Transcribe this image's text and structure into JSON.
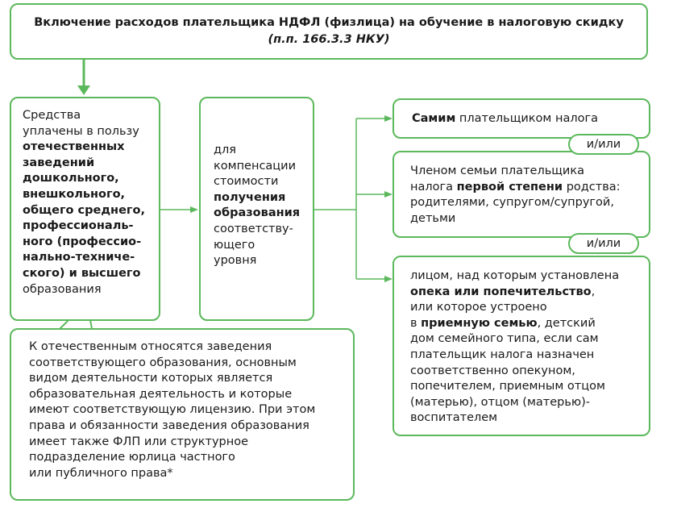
{
  "title": {
    "line1": "Включение расходов плательщика НДФЛ (физлица) на обучение в налоговую скидку",
    "line2": "(п.п. 166.3.3 НКУ)"
  },
  "funds": {
    "lines": [
      "Средства",
      "уплачены в пользу"
    ],
    "bold_lines": [
      "отечественных",
      "заведений",
      "дошкольного,",
      "внешкольного,",
      "общего среднего,",
      "профессиональ-",
      "ного (профессио-",
      "нально-техниче-"
    ],
    "last_bold": "ского) и высшего",
    "last": "образования"
  },
  "purpose": {
    "line1": "для",
    "line2": "компенсации",
    "line3": "стоимости",
    "bold1": "получения",
    "bold2": "образования",
    "line4": "соответству-",
    "line5": "ющего",
    "line6": "уровня"
  },
  "self": {
    "bold": "Самим",
    "rest": "плательщиком налога"
  },
  "connector": "и/или",
  "family": {
    "line1": "Членом семьи плательщика",
    "pre": "налога",
    "bold": "первой степени",
    "post": "родства:",
    "line3": "родителями, супругом/супругой,",
    "line4": "детьми"
  },
  "guardian": {
    "line1": "лицом, над которым установлена",
    "bold1": "опека или попечительство",
    "comma": ",",
    "line3": "или которое устроено",
    "pre4": "в",
    "bold2": "приемную семью",
    "post4": ", детский",
    "line5": "дом семейного типа, если сам",
    "line6": "плательщик налога назначен",
    "line7": "соответственно опекуном,",
    "line8": "попечителем, приемным отцом",
    "line9": "(матерью), отцом (матерью)-",
    "line10": "воспитателем"
  },
  "note": {
    "lines": [
      "К отечественным относятся заведения",
      "соответствующего образования, основным",
      "видом деятельности которых является",
      "образовательная деятельность и которые",
      "имеют соответствующую лицензию. При этом",
      "права и обязанности заведения образования",
      "имеет также ФЛП или структурное",
      "подразделение юрлица частного",
      "или публичного права*"
    ]
  },
  "colors": {
    "accent": "#5cb85c",
    "text": "#1a1a1a"
  }
}
